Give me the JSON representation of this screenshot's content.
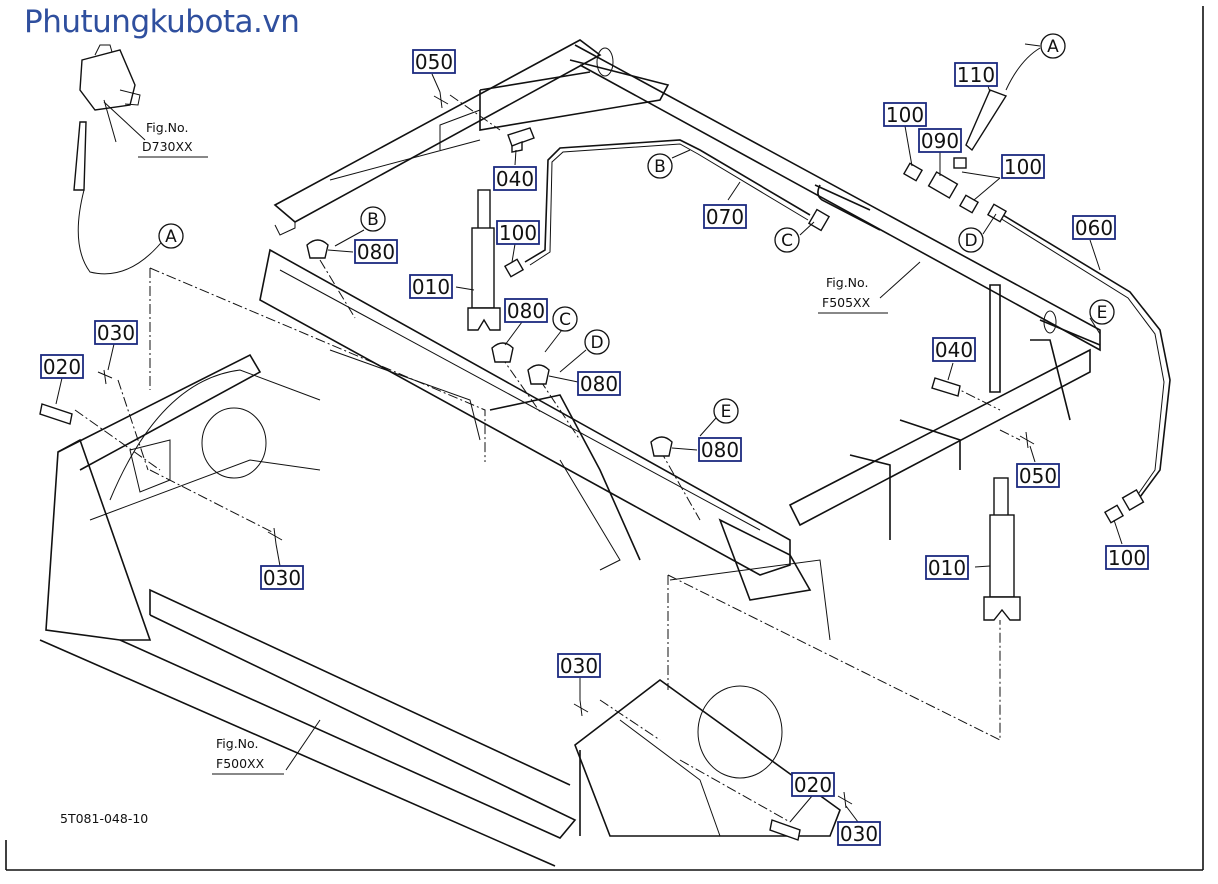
{
  "watermark": "Phutungkubota.vn",
  "drawing_code": "5T081-048-10",
  "fig_refs": [
    {
      "line1": "Fig.No.",
      "line2": "D730XX"
    },
    {
      "line1": "Fig.No.",
      "line2": "F505XX"
    },
    {
      "line1": "Fig.No.",
      "line2": "F500XX"
    }
  ],
  "callouts": [
    "A",
    "A",
    "B",
    "B",
    "C",
    "C",
    "D",
    "D",
    "E",
    "E"
  ],
  "part_labels": [
    "050",
    "040",
    "100",
    "010",
    "080",
    "070",
    "110",
    "100",
    "090",
    "100",
    "060",
    "030",
    "020",
    "080",
    "080",
    "080",
    "040",
    "050",
    "100",
    "010",
    "030",
    "030",
    "020",
    "030"
  ]
}
